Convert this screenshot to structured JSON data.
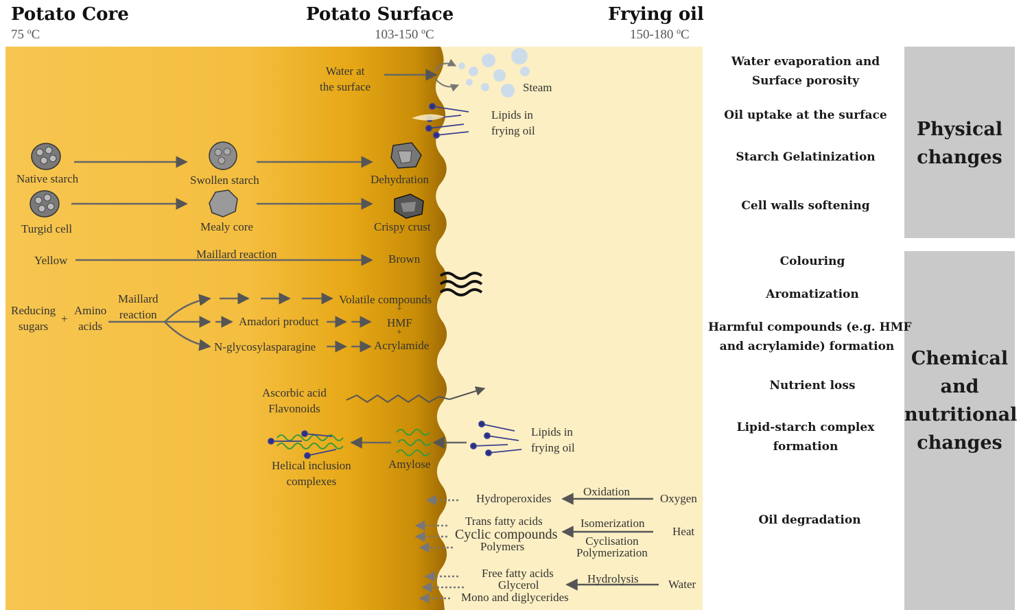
{
  "header": {
    "core_title": "Potato Core",
    "core_temp": "75 ºC",
    "surface_title": "Potato Surface",
    "surface_temp": "103-150 ºC",
    "oil_title": "Frying oil",
    "oil_temp": "150-180 ºC"
  },
  "colors": {
    "core": "#F5C04A",
    "surface_dark": "#B87F06",
    "oil": "#FCEFC3",
    "panel": "#C9C9C9",
    "arrow": "#555555",
    "lipid_head": "#2A2F86"
  },
  "diagram": {
    "water_surface": "Water at\nthe surface",
    "steam": "Steam",
    "lipids_oil_top": "Lipids in\nfrying oil",
    "native_starch": "Native starch",
    "swollen_starch": "Swollen starch",
    "dehydration": "Dehydration",
    "turgid_cell": "Turgid cell",
    "mealy_core": "Mealy core",
    "crispy_crust": "Crispy crust",
    "yellow": "Yellow",
    "maillard_reaction_line": "Maillard reaction",
    "brown": "Brown",
    "reducing_sugars": "Reducing\nsugars",
    "plus": "+",
    "amino_acids": "Amino\nacids",
    "maillard_reaction_branch": "Maillard\nreaction",
    "volatile_compounds": "Volatile compounds",
    "plus2": "+",
    "hmf": "HMF",
    "plus3": "+",
    "amadori_product": "Amadori product",
    "n_glycosylasparagine": "N-glycosylasparagine",
    "acrylamide": "Acrylamide",
    "ascorbic_flavonoids": "Ascorbic acid\nFlavonoids",
    "lipids_oil_bottom": "Lipids in\nfrying oil",
    "helical_inclusion": "Helical inclusion\ncomplexes",
    "amylose": "Amylose",
    "hydroperoxides": "Hydroperoxides",
    "oxidation": "Oxidation",
    "oxygen": "Oxygen",
    "trans_fatty_acids": "Trans fatty acids",
    "cyclic_compounds": "Cyclic compounds",
    "polymers": "Polymers",
    "isomerization": "Isomerization",
    "cyclisation_polymerization": "Cyclisation\nPolymerization",
    "heat": "Heat",
    "free_fatty_acids": "Free fatty acids",
    "glycerol": "Glycerol",
    "mono_diglycerides": "Mono and diglycerides",
    "hydrolysis": "Hydrolysis",
    "water": "Water"
  },
  "right_column": {
    "items": [
      "Water evaporation and\nSurface porosity",
      "Oil uptake at the surface",
      "Starch Gelatinization",
      "Cell walls softening",
      "Colouring",
      "Aromatization",
      "Harmful compounds (e.g. HMF\nand acrylamide) formation",
      "Nutrient loss",
      "Lipid-starch complex\nformation",
      "Oil degradation"
    ],
    "physical_panel": "Physical\nchanges",
    "chemical_panel": "Chemical\nand\nnutritional\nchanges"
  }
}
